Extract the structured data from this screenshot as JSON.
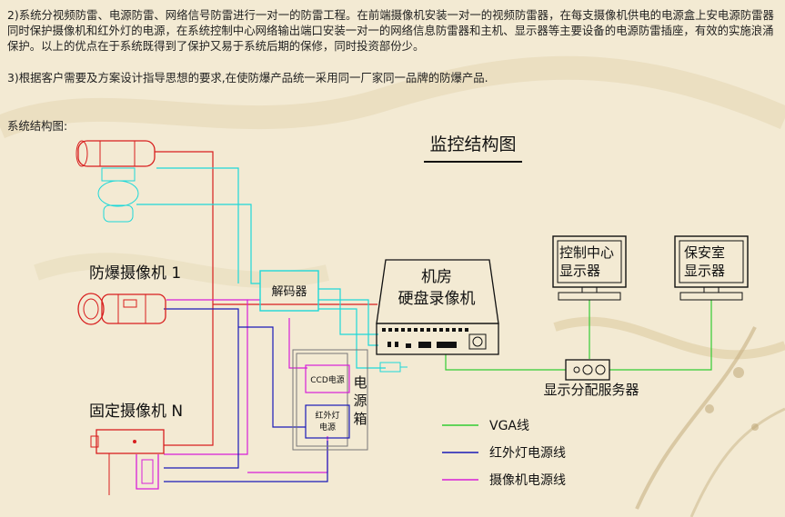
{
  "document": {
    "paragraph_1": "2)系统分视频防雷、电源防雷、网络信号防雷进行一对一的防雷工程。在前端摄像机安装一对一的视频防雷器，在每支摄像机供电的电源盒上安电源防雷器同时保护摄像机和红外灯的电源，在系统控制中心网络输出端口安装一对一的网络信息防雷器和主机、显示器等主要设备的电源防雷插座，有效的实施浪涌保护。以上的优点在于系统既得到了保护又易于系统后期的保修，同时投资部份少。",
    "paragraph_2": "3)根据客户需要及方案设计指导思想的要求,在使防爆产品统一采用同一厂家同一品牌的防爆产品.",
    "system_diagram_label": "系统结构图:"
  },
  "diagram": {
    "title": "监控结构图",
    "camera_1_label": "防爆摄像机  1",
    "camera_n_label": "固定摄像机  N",
    "decoder_label": "解码器",
    "dvr_label_line1": "机房",
    "dvr_label_line2": "硬盘录像机",
    "monitor_1_line1": "控制中心",
    "monitor_1_line2": "显示器",
    "monitor_2_line1": "保安室",
    "monitor_2_line2": "显示器",
    "distributor_label": "显示分配服务器",
    "psu_ccd_label": "CCD电源",
    "psu_ir_line1": "红外灯",
    "psu_ir_line2": "电源",
    "psu_box_chars": [
      "电",
      "源",
      "箱"
    ]
  },
  "legend": [
    {
      "label": "VGA线",
      "color": "#33cc33"
    },
    {
      "label": "红外灯电源线",
      "color": "#1a1ab8"
    },
    {
      "label": "摄像机电源线",
      "color": "#d81fd8"
    }
  ],
  "colors": {
    "red_wire": "#d81e1e",
    "cyan_wire": "#1ed8d8",
    "green_wire": "#33cc33",
    "blue_wire": "#1a1ab8",
    "magenta_wire": "#d81fd8"
  }
}
